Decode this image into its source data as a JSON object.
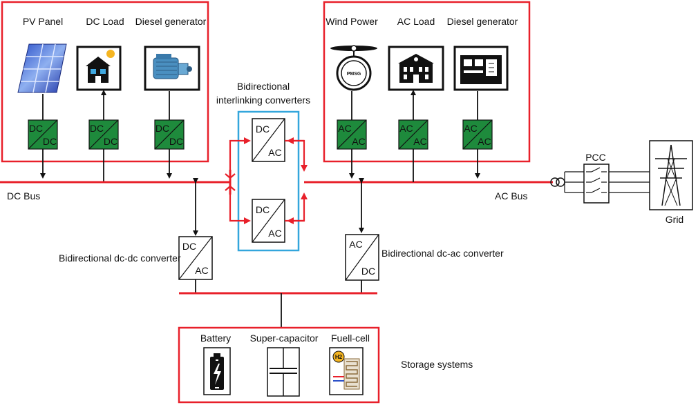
{
  "dc_side": {
    "title": "",
    "sources": [
      {
        "label": "PV Panel",
        "icon": "pv-panel-icon"
      },
      {
        "label": "DC Load",
        "icon": "house-icon"
      },
      {
        "label": "Diesel generator",
        "icon": "motor-icon"
      }
    ],
    "converter_top": "DC",
    "converter_bottom": "DC",
    "bus_label": "DC Bus"
  },
  "ac_side": {
    "sources": [
      {
        "label": "Wind Power",
        "icon": "wind-turbine-icon"
      },
      {
        "label": "AC Load",
        "icon": "building-icon"
      },
      {
        "label": "Diesel generator",
        "icon": "genset-icon"
      }
    ],
    "converter_top": "AC",
    "converter_bottom": "AC",
    "bus_label": "AC Bus",
    "pmsg_text": "PMSG"
  },
  "interlinking": {
    "title_line1": "Bidirectional",
    "title_line2": "interlinking converters",
    "top": "DC",
    "bottom": "AC"
  },
  "dcdc": {
    "label": "Bidirectional dc-dc converter",
    "top": "DC",
    "bottom": "AC"
  },
  "dcac": {
    "label": "Bidirectional dc-ac converter",
    "top": "AC",
    "bottom": "DC"
  },
  "grid": {
    "pcc_label": "PCC",
    "grid_label": "Grid"
  },
  "storage": {
    "label": "Storage systems",
    "items": [
      {
        "label": "Battery",
        "icon": "battery-icon"
      },
      {
        "label": "Super-capacitor",
        "icon": "supercapacitor-icon"
      },
      {
        "label": "Fuell-cell",
        "icon": "fuel-cell-icon"
      }
    ],
    "h2_text": "H2"
  },
  "colors": {
    "bus": "#e8202a",
    "frame": "#e8202a",
    "interlink_frame": "#33a6dc",
    "converter_green": "#1e8a3c",
    "arrow": "#111111",
    "arrow_red": "#e8202a"
  }
}
